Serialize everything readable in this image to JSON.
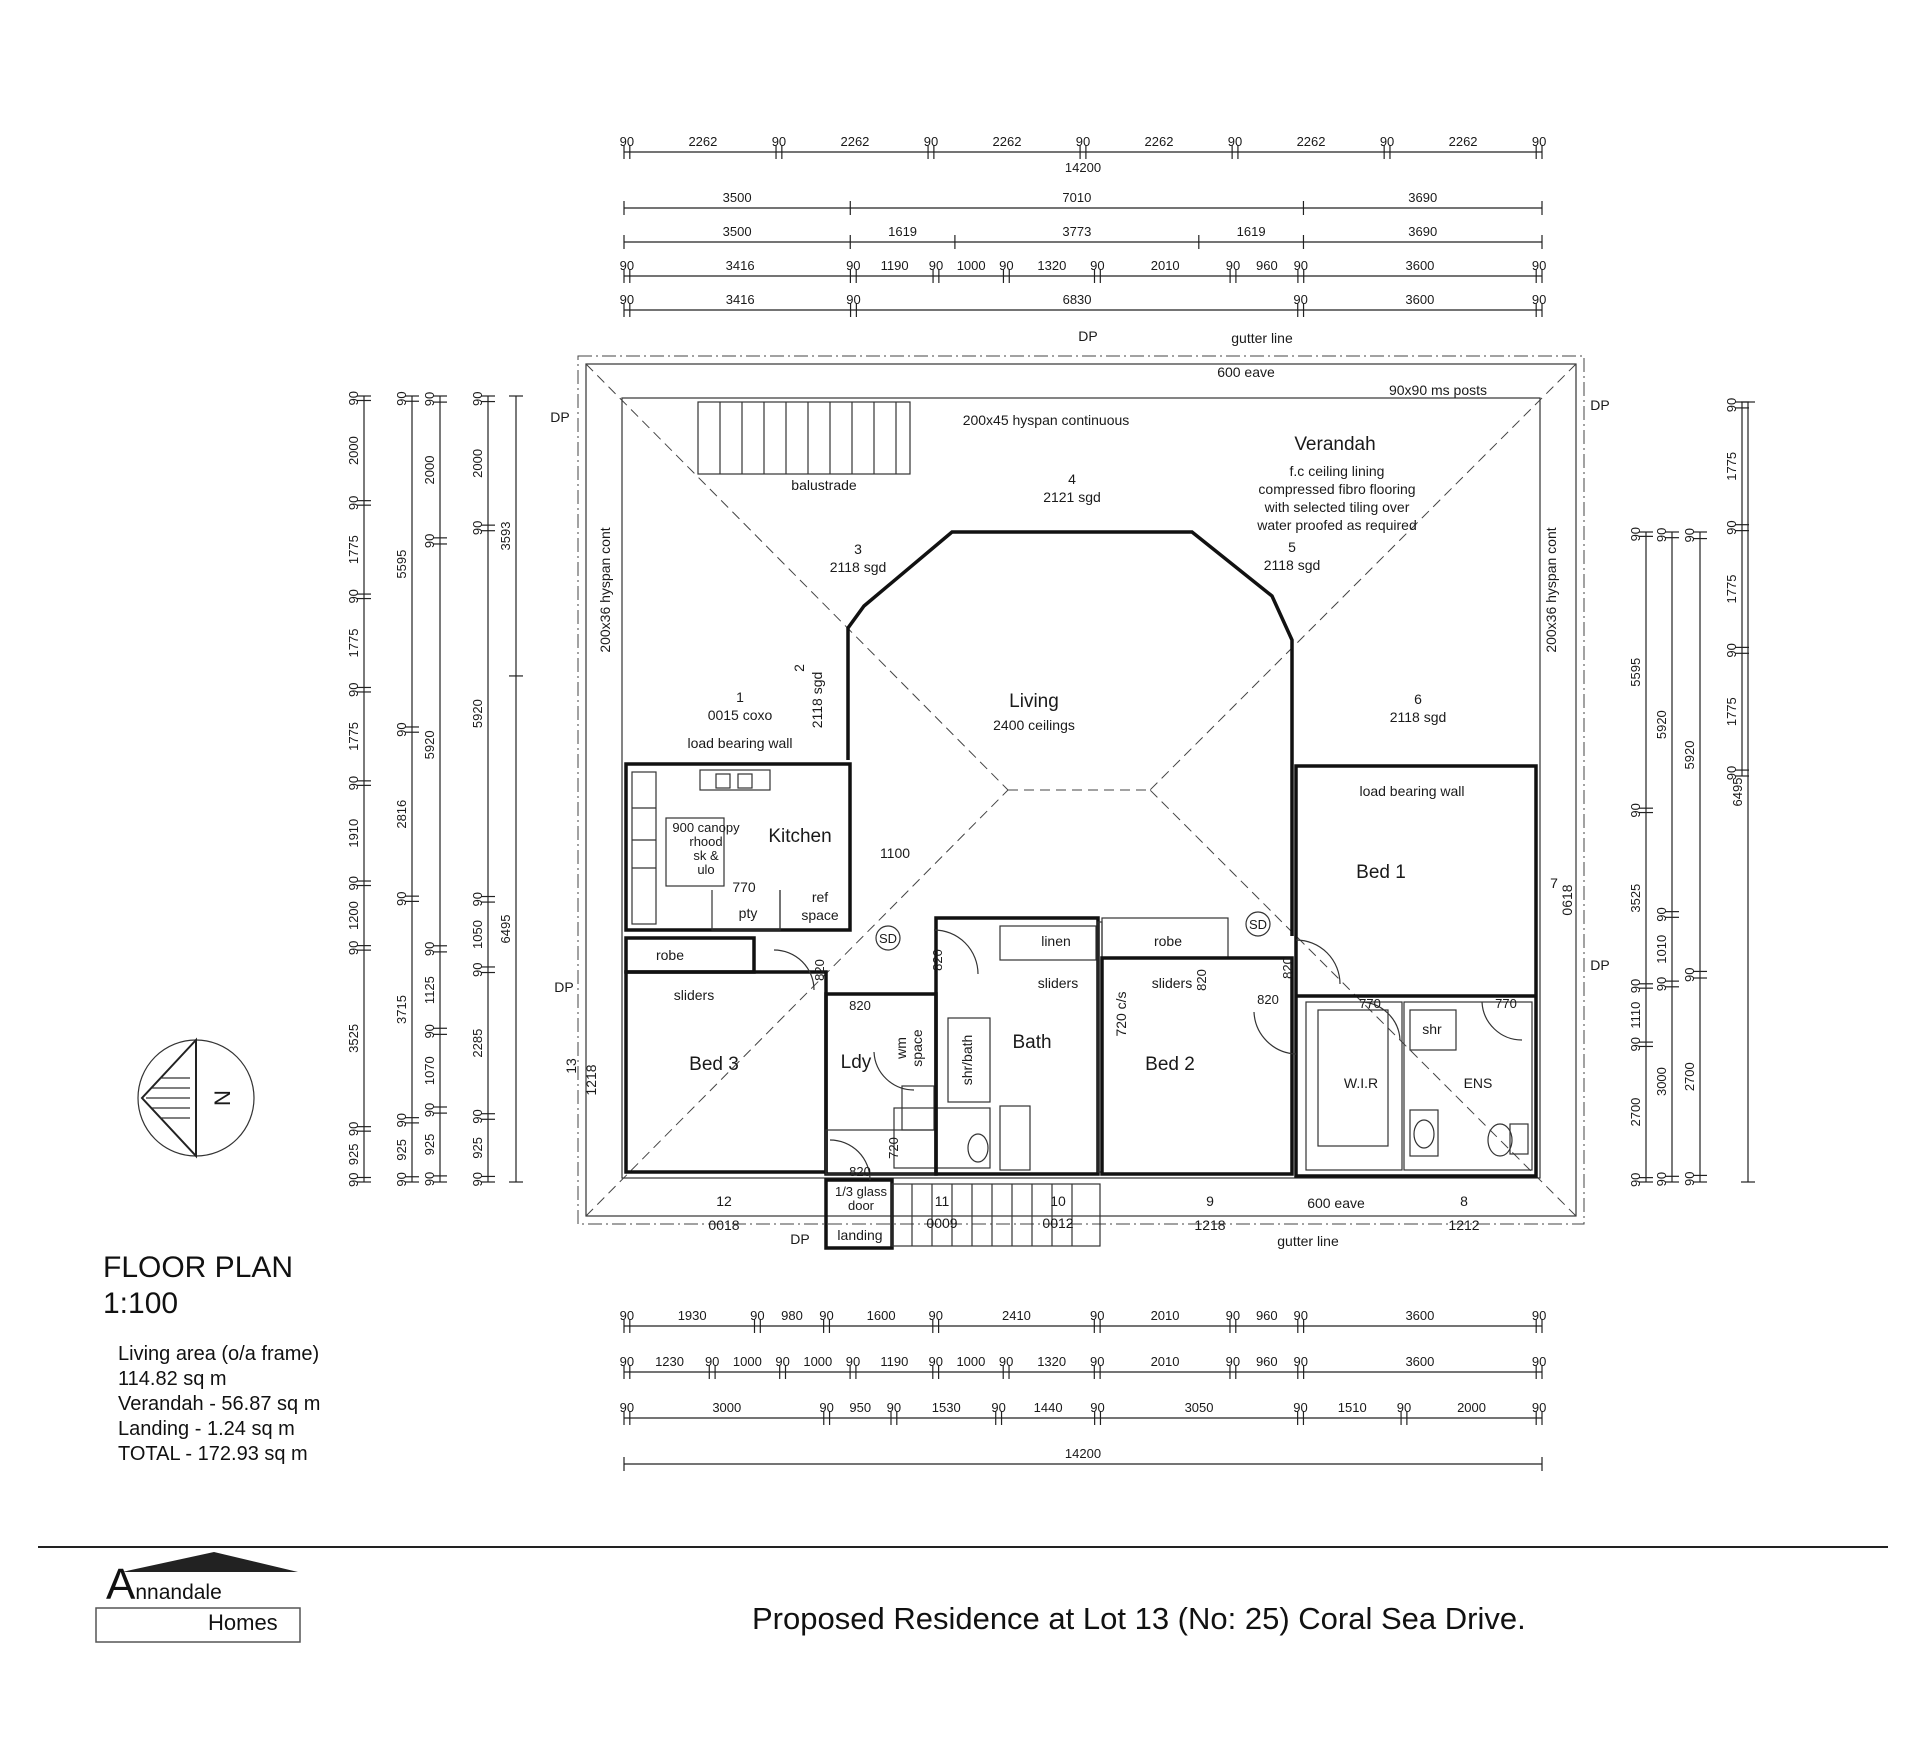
{
  "title": {
    "plan": "FLOOR PLAN",
    "scale": "1:100"
  },
  "areas": [
    "Living area (o/a frame)",
    "114.82 sq m",
    "Verandah - 56.87 sq m",
    "Landing - 1.24 sq m",
    "TOTAL - 172.93 sq m"
  ],
  "proposal": "Proposed Residence at Lot 13 (No: 25) Coral Sea Drive.",
  "brand": {
    "initial": "A",
    "rest": "nnandale",
    "sub": "Homes"
  },
  "compass": {
    "label": "N"
  },
  "top_dims": [
    [
      "90",
      "2262",
      "90",
      "2262",
      "90",
      "2262",
      "90",
      "2262",
      "90",
      "2262",
      "90",
      "2262",
      "90"
    ],
    [
      "3500",
      "7010",
      "3690"
    ],
    [
      "3500",
      "1619",
      "3773",
      "1619",
      "3690"
    ],
    [
      "90",
      "3416",
      "90",
      "1190",
      "90",
      "1000",
      "90",
      "1320",
      "90",
      "2010",
      "90",
      "960",
      "90",
      "3600",
      "90"
    ],
    [
      "90",
      "3416",
      "90",
      "6830",
      "90",
      "3600",
      "90"
    ]
  ],
  "top_total": "14200",
  "bottom_dims": [
    [
      "90",
      "1930",
      "90",
      "980",
      "90",
      "1600",
      "90",
      "2410",
      "90",
      "2010",
      "90",
      "960",
      "90",
      "3600",
      "90"
    ],
    [
      "90",
      "1230",
      "90",
      "1000",
      "90",
      "1000",
      "90",
      "1190",
      "90",
      "1000",
      "90",
      "1320",
      "90",
      "2010",
      "90",
      "960",
      "90",
      "3600",
      "90"
    ],
    [
      "90",
      "3000",
      "90",
      "950",
      "90",
      "1530",
      "90",
      "1440",
      "90",
      "3050",
      "90",
      "1510",
      "90",
      "2000",
      "90"
    ]
  ],
  "bottom_total": "14200",
  "left_dims": [
    [
      "90",
      "2000",
      "90",
      "1775",
      "90",
      "1775",
      "90",
      "1775",
      "90",
      "1910",
      "90",
      "1200",
      "90",
      "3525",
      "90",
      "925",
      "90"
    ],
    [
      "90",
      "5595",
      "90",
      "2816",
      "90",
      "3715",
      "90",
      "925",
      "90"
    ],
    [
      "90",
      "2000",
      "90",
      "5920",
      "90",
      "1125",
      "90",
      "1070",
      "90",
      "925",
      "90"
    ],
    [
      "90",
      "2000",
      "90",
      "5920",
      "90",
      "1050",
      "90",
      "2285",
      "90",
      "925",
      "90"
    ],
    [
      "3593",
      "6495"
    ]
  ],
  "right_dims": [
    [
      "90",
      "1775",
      "90",
      "1775",
      "90",
      "1775",
      "90"
    ],
    [
      "90",
      "5595",
      "90",
      "3525",
      "90",
      "1110",
      "90",
      "2700",
      "90"
    ],
    [
      "90",
      "5920",
      "90",
      "1010",
      "90",
      "3000",
      "90"
    ],
    [
      "90",
      "5920",
      "90",
      "2700",
      "90"
    ],
    [
      "6495"
    ]
  ],
  "rooms": {
    "living": "Living",
    "living_sub": "2400 ceilings",
    "kitchen": "Kitchen",
    "bed1": "Bed 1",
    "bed2": "Bed 2",
    "bed3": "Bed 3",
    "bath": "Bath",
    "ldy": "Ldy",
    "wir": "W.I.R",
    "ens": "ENS",
    "verandah": "Verandah"
  },
  "notes": {
    "verandah_lines": [
      "f.c ceiling lining",
      "compressed fibro flooring",
      "with selected tiling over",
      "water proofed as required"
    ],
    "beam_top": "200x45 hyspan continuous",
    "beam_left": "200x36 hyspan cont",
    "beam_right": "200x36 hyspan cont",
    "posts": "90x90 ms posts",
    "eave_top": "600 eave",
    "eave_bottom": "600 eave",
    "gutter_top": "gutter line",
    "gutter_bottom": "gutter line",
    "balustrade": "balustrade",
    "load_left": "load bearing wall",
    "load_right": "load bearing wall",
    "canopy": [
      "900 canopy",
      "rhood",
      "sk &",
      "ulo"
    ],
    "pty_w": "770",
    "pty": "pty",
    "ref": [
      "ref",
      "space"
    ],
    "robe_left": "robe",
    "robe_right": "robe",
    "linen": "linen",
    "sliders_bed3": "sliders",
    "sliders_bath": "sliders",
    "sliders_bed2": "sliders",
    "wm": [
      "wm",
      "space"
    ],
    "shr_bath": "shr/bath",
    "shr": "shr",
    "glass_door": [
      "1/3 glass",
      "door"
    ],
    "landing": "landing",
    "dim_1100": "1100",
    "dim_720_cs": "720 c/s",
    "dim_1218_left": "1218",
    "dim_0618_right": "0618"
  },
  "door_dims": [
    "820",
    "820",
    "820",
    "820",
    "820",
    "820",
    "720",
    "770",
    "770",
    "820"
  ],
  "window_labels": [
    {
      "num": "1",
      "spec": "0015 coxo"
    },
    {
      "num": "2",
      "spec": "2118 sgd"
    },
    {
      "num": "3",
      "spec": "2118 sgd"
    },
    {
      "num": "4",
      "spec": "2121 sgd"
    },
    {
      "num": "5",
      "spec": "2118 sgd"
    },
    {
      "num": "6",
      "spec": "2118 sgd"
    },
    {
      "num": "7",
      "spec": ""
    },
    {
      "num": "8",
      "spec": "1212"
    },
    {
      "num": "9",
      "spec": "1218"
    },
    {
      "num": "10",
      "spec": "0012"
    },
    {
      "num": "11",
      "spec": "0009"
    },
    {
      "num": "12",
      "spec": "0018"
    },
    {
      "num": "13",
      "spec": ""
    }
  ],
  "sd": [
    "SD",
    "SD"
  ],
  "dp": [
    "DP",
    "DP",
    "DP",
    "DP",
    "DP",
    "DP"
  ]
}
